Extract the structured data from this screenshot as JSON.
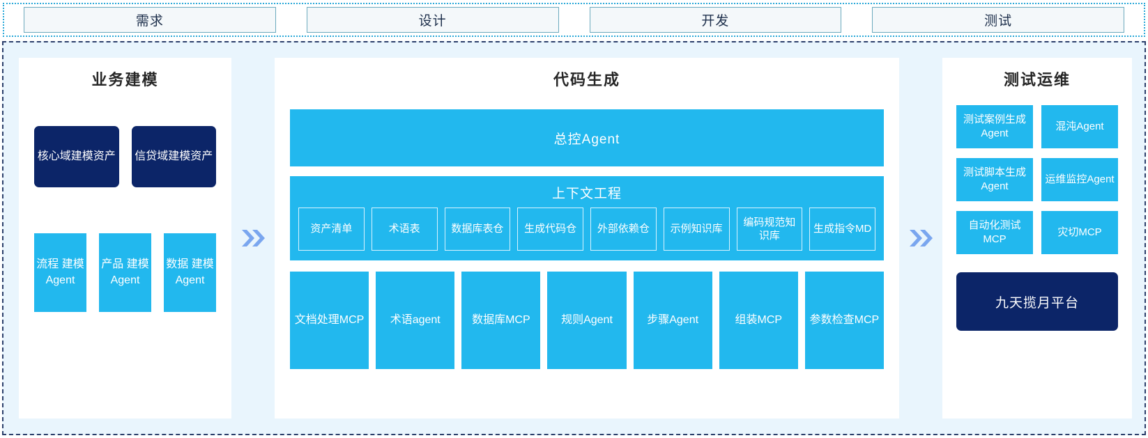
{
  "phases": {
    "items": [
      {
        "label": "需求"
      },
      {
        "label": "设计"
      },
      {
        "label": "开发"
      },
      {
        "label": "测试"
      }
    ]
  },
  "colors": {
    "accent_blue": "#22b8ee",
    "navy": "#0c2568",
    "region_bg": "#e9f5fd",
    "arrow": "#7aa6ef",
    "phase_border": "#6aa9bd",
    "dashed_border": "#2b3f6b"
  },
  "left_panel": {
    "title": "业务建模",
    "assets": [
      {
        "label": "核心域建模资产"
      },
      {
        "label": "信贷域建模资产"
      }
    ],
    "agents": [
      {
        "label": "流程\n建模\nAgent"
      },
      {
        "label": "产品\n建模\nAgent"
      },
      {
        "label": "数据\n建模\nAgent"
      }
    ]
  },
  "arrows": {
    "left_arrow": "double-chevron-right-icon",
    "right_arrow": "double-chevron-right-icon"
  },
  "center_panel": {
    "title": "代码生成",
    "master_agent": "总控Agent",
    "context": {
      "title": "上下文工程",
      "items": [
        {
          "label": "资产清单"
        },
        {
          "label": "术语表"
        },
        {
          "label": "数据库表仓"
        },
        {
          "label": "生成代码仓"
        },
        {
          "label": "外部依赖仓"
        },
        {
          "label": "示例知识库"
        },
        {
          "label": "编码规范知识库"
        },
        {
          "label": "生成指令MD"
        }
      ]
    },
    "tools": [
      {
        "label": "文档处理MCP"
      },
      {
        "label": "术语agent"
      },
      {
        "label": "数据库MCP"
      },
      {
        "label": "规则Agent"
      },
      {
        "label": "步骤Agent"
      },
      {
        "label": "组装MCP"
      },
      {
        "label": "参数检查MCP"
      }
    ]
  },
  "right_panel": {
    "title": "测试运维",
    "items": [
      {
        "label": "测试案例生成Agent"
      },
      {
        "label": "混沌Agent"
      },
      {
        "label": "测试脚本生成Agent"
      },
      {
        "label": "运维监控Agent"
      },
      {
        "label": "自动化测试MCP"
      },
      {
        "label": "灾切MCP"
      }
    ],
    "platform": "九天揽月平台"
  }
}
